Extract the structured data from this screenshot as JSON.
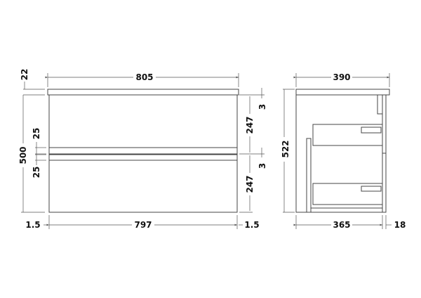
{
  "front_view": {
    "overall_width": "805",
    "top_thickness": "22",
    "height": "500",
    "drawer_gap_upper": "25",
    "drawer_gap_lower": "25",
    "inner_width": "797",
    "side_offset_left": "1.5",
    "side_offset_right": "1.5",
    "drawer_height_upper": "247",
    "drawer_height_lower": "247",
    "gap_upper": "3",
    "gap_lower": "3"
  },
  "side_view": {
    "overall_depth": "390",
    "overall_height": "522",
    "carcass_depth": "365",
    "front_thickness": "18"
  }
}
